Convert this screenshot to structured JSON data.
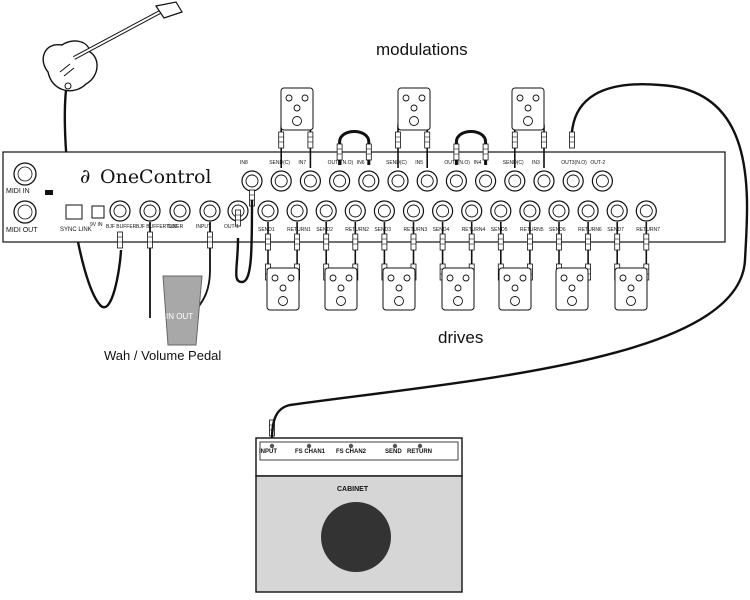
{
  "labels": {
    "modulations": "modulations",
    "drives": "drives",
    "wah": "Wah / Volume Pedal",
    "pedal_io": "IN OUT",
    "brand": "OneControl"
  },
  "switcher": {
    "left_labels": [
      "MIDI IN",
      "MIDI OUT",
      "SYNC LINK",
      "9V IN"
    ],
    "left_jacks": [
      "BJF BUFFER",
      "BJF BUFFER OUT",
      "TUNER",
      "INPUT",
      "OUT-1"
    ],
    "top_jacks": [
      "IN8",
      "SEND(C)",
      "IN7",
      "OUT6(N.O)",
      "IN6",
      "SEND(C)",
      "IN5",
      "OUT5(N.O)",
      "IN4",
      "SEND(C)",
      "IN3",
      "OUT3(N.O)",
      "OUT-2"
    ],
    "bottom_jacks": [
      "SEND1",
      "RETURN1",
      "SEND2",
      "RETURN2",
      "SEND3",
      "RETURN3",
      "SEND4",
      "RETURN4",
      "SEND5",
      "RETURN5",
      "SEND6",
      "RETURN6",
      "SEND7",
      "RETURN7"
    ]
  },
  "amp": {
    "panel_labels": [
      "INPUT",
      "FS CHAN1",
      "FS CHAN2",
      "SEND",
      "RETURN"
    ],
    "cabinet_label": "CABINET"
  },
  "colors": {
    "line": "#111111",
    "amp_body": "#d6d6d6",
    "speaker": "#333333",
    "pedal": "#a8a8a8"
  }
}
